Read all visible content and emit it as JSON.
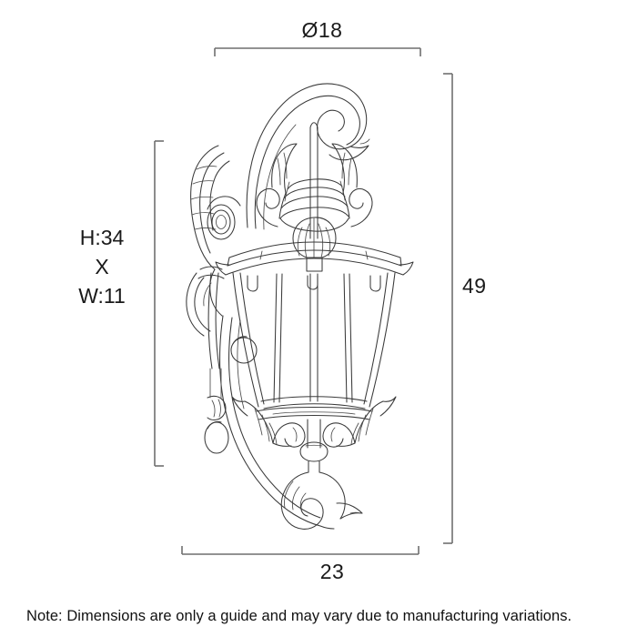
{
  "drawing": {
    "subject": "ornate-wall-lantern-line-drawing",
    "line_color": "#3a3a3a",
    "dimension_line_color": "#6f6f6f",
    "background_color": "#ffffff"
  },
  "dimensions": {
    "top": {
      "label": "Ø18",
      "name": "diameter-dimension",
      "bracket": "horizontal-top"
    },
    "right": {
      "label": "49",
      "name": "overall-height-dimension",
      "bracket": "vertical-right"
    },
    "bottom": {
      "label": "23",
      "name": "overall-depth-dimension",
      "bracket": "horizontal-bottom"
    },
    "left": {
      "name": "glass-size-dimension",
      "lines": [
        "H:34",
        "X",
        "W:11"
      ]
    }
  },
  "footer": {
    "note": "Note: Dimensions are only a guide and may vary due to manufacturing variations."
  }
}
